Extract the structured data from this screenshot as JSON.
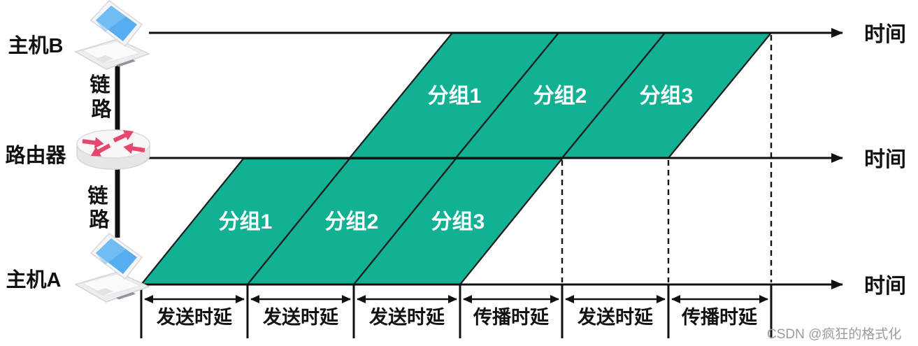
{
  "colors": {
    "packet_fill": "#12B193",
    "outline": "#1B1B1B",
    "router_arrow": "#E5476C",
    "laptop_screen": "#56AEF0",
    "watermark_gray": "#9C9C9C"
  },
  "nodes": {
    "host_b": {
      "label": "主机B",
      "icon": "laptop-icon"
    },
    "router": {
      "label": "路由器",
      "icon": "router-icon"
    },
    "host_a": {
      "label": "主机A",
      "icon": "laptop-icon"
    }
  },
  "links": {
    "upper": {
      "line1": "链",
      "line2": "路"
    },
    "lower": {
      "line1": "链",
      "line2": "路"
    }
  },
  "timelines": {
    "host_b": {
      "time_label": "时间"
    },
    "router": {
      "time_label": "时间"
    },
    "host_a": {
      "time_label": "时间"
    }
  },
  "packets": {
    "upper": [
      {
        "label": "分组1"
      },
      {
        "label": "分组2"
      },
      {
        "label": "分组3"
      }
    ],
    "lower": [
      {
        "label": "分组1"
      },
      {
        "label": "分组2"
      },
      {
        "label": "分组3"
      }
    ]
  },
  "delays": [
    {
      "label": "发送时延"
    },
    {
      "label": "发送时延"
    },
    {
      "label": "发送时延"
    },
    {
      "label": "传播时延"
    },
    {
      "label": "发送时延"
    },
    {
      "label": "传播时延"
    }
  ],
  "watermark": {
    "text": "CSDN @疯狂的格式化"
  }
}
